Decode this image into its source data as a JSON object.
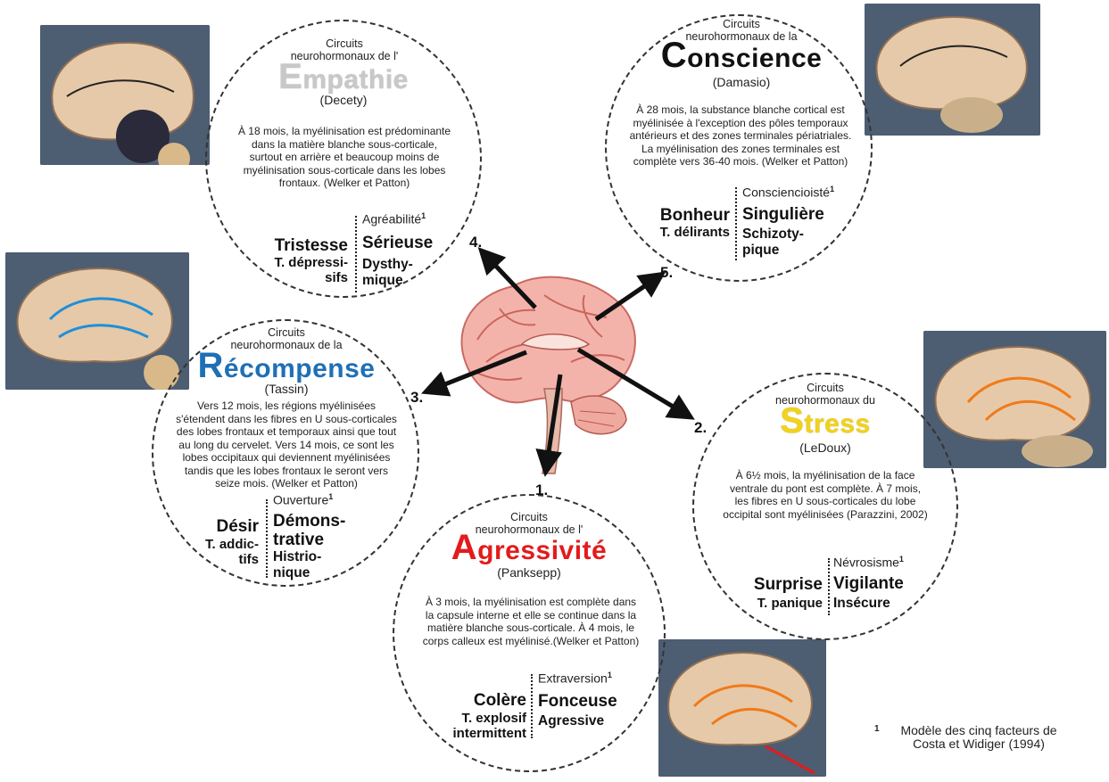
{
  "colors": {
    "empathie": "#c8c8c8",
    "conscience": "#111111",
    "recompense": "#1f6fb5",
    "stress": "#f2d21b",
    "agressivite": "#e31b1b"
  },
  "circuits": [
    {
      "id": "empathie",
      "number": "4.",
      "pre": "Circuits\nneurohormonaux de l'",
      "initial": "E",
      "rest": "mpathie",
      "author": "(Decety)",
      "body": "À 18 mois,  la myélinisation est prédominante\ndans la matière blanche sous-corticale,\nsurtout en arrière et beaucoup moins de\nmyélinisation  sous-corticale dans les lobes\nfrontaux. (Welker et Patton)",
      "emotion": "Tristesse",
      "disorder": "T. dépressi-\nsifs",
      "factor": "Agréabilité",
      "trait": "Sérieuse",
      "pd": "Dysthy-\nmique"
    },
    {
      "id": "conscience",
      "number": "5.",
      "pre": "Circuits\nneurohormonaux de la",
      "initial": "C",
      "rest": "onscience",
      "author": "(Damasio)",
      "body": "À 28 mois,  la substance blanche cortical est\nmyélinisée à l'exception des pôles temporaux\nantérieurs et des zones terminales périatriales.\nLa myélinisation des zones terminales est\ncomplète vers 36-40 mois.  (Welker et Patton)",
      "emotion": "Bonheur",
      "disorder": "T. délirants",
      "factor": "Consciencioisté",
      "trait": "Singulière",
      "pd": "Schizoty-\npique"
    },
    {
      "id": "recompense",
      "number": "3.",
      "pre": "Circuits\nneurohormonaux de la",
      "initial": "R",
      "rest": "écompense",
      "author": "(Tassin)",
      "body": "Vers 12 mois, les régions myélinisées\ns'étendent dans les fibres en U sous-corticales\ndes lobes frontaux et temporaux ainsi que tout\nau long du cervelet. Vers 14 mois, ce sont les\nlobes occipitaux qui deviennent myélinisées\ntandis que les lobes frontaux le seront vers\nseize mois.  (Welker et Patton)",
      "emotion": "Désir",
      "disorder": "T. addic-\ntifs",
      "factor": "Ouverture",
      "trait": "Démons-\ntrative",
      "pd": "Histrio-\nnique"
    },
    {
      "id": "stress",
      "number": "2.",
      "pre": "Circuits\nneurohormonaux du",
      "initial": "S",
      "rest": "tress",
      "author": "(LeDoux)",
      "body": "À 6½ mois, la myélinisation de la face\nventrale du pont est complète.  À 7 mois,\nles fibres en U sous-corticales du lobe\noccipital sont myélinisées (Parazzini, 2002)",
      "emotion": "Surprise",
      "disorder": "T. panique",
      "factor": "Névrosisme",
      "trait": "Vigilante",
      "pd": "Insécure"
    },
    {
      "id": "agressivite",
      "number": "1.",
      "pre": "Circuits\nneurohormonaux de l'",
      "initial": "A",
      "rest": "gressivité",
      "author": "(Panksepp)",
      "body": "À 3 mois,  la myélinisation est complète dans\nla capsule interne et elle se continue dans la\nmatière blanche sous-corticale. À 4 mois, le\ncorps calleux est myélinisé.(Welker et Patton)",
      "emotion": "Colère",
      "disorder": "T. explosif\nintermittent",
      "factor": "Extraversion",
      "trait": "Fonceuse",
      "pd": "Agressive"
    }
  ],
  "superscript": "1",
  "footnote": {
    "mark": "1",
    "text": "Modèle des cinq facteurs de\nCosta et Widiger (1994)"
  },
  "icons": {
    "center": "brain-sagittal-illustration",
    "thumbnails": "brain-circuit-thumbnail"
  }
}
